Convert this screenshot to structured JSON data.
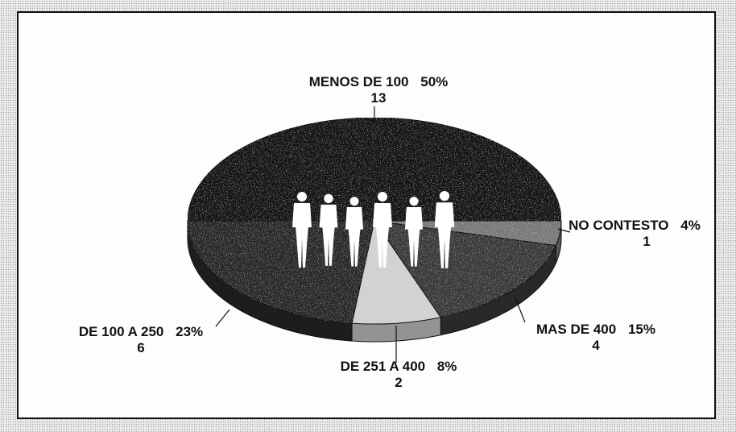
{
  "chart_data": {
    "type": "pie",
    "title": "",
    "slices": [
      {
        "label": "MENOS DE 100",
        "percent": "50%",
        "count": "13",
        "value": 13,
        "color": "#141414"
      },
      {
        "label": "NO CONTESTO",
        "percent": "4%",
        "count": "1",
        "value": 1,
        "color": "#7a7a7a"
      },
      {
        "label": "MAS DE 400",
        "percent": "15%",
        "count": "4",
        "value": 4,
        "color": "#3a3a3a"
      },
      {
        "label": "DE 251 A 400",
        "percent": "8%",
        "count": "2",
        "value": 2,
        "color": "#d2d2d2"
      },
      {
        "label": "DE 100 A 250",
        "percent": "23%",
        "count": "6",
        "value": 6,
        "color": "#2a2a2a"
      }
    ],
    "style": "3d-tilted-pie",
    "legend": "none",
    "center_graphic": "people-silhouettes"
  }
}
